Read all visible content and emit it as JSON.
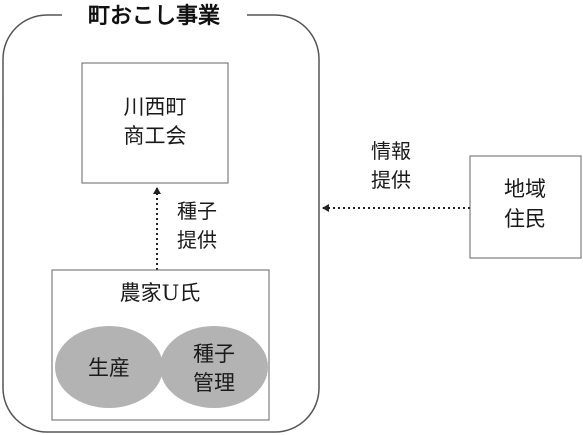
{
  "frame": {
    "title": "町おこし事業"
  },
  "boxes": {
    "chamber": {
      "line1": "川西町",
      "line2": "商工会"
    },
    "farmer": {
      "title": "農家U氏"
    },
    "residents": {
      "line1": "地域",
      "line2": "住民"
    }
  },
  "ellipses": {
    "production": {
      "label": "生産"
    },
    "seed_management": {
      "line1": "種子",
      "line2": "管理"
    }
  },
  "arrows": {
    "seed_supply": {
      "line1": "種子",
      "line2": "提供"
    },
    "info_supply": {
      "line1": "情報",
      "line2": "提供"
    }
  },
  "colors": {
    "stroke": "#555555",
    "ellipse_fill": "#b3b3b3",
    "text": "#1a1a1a"
  }
}
